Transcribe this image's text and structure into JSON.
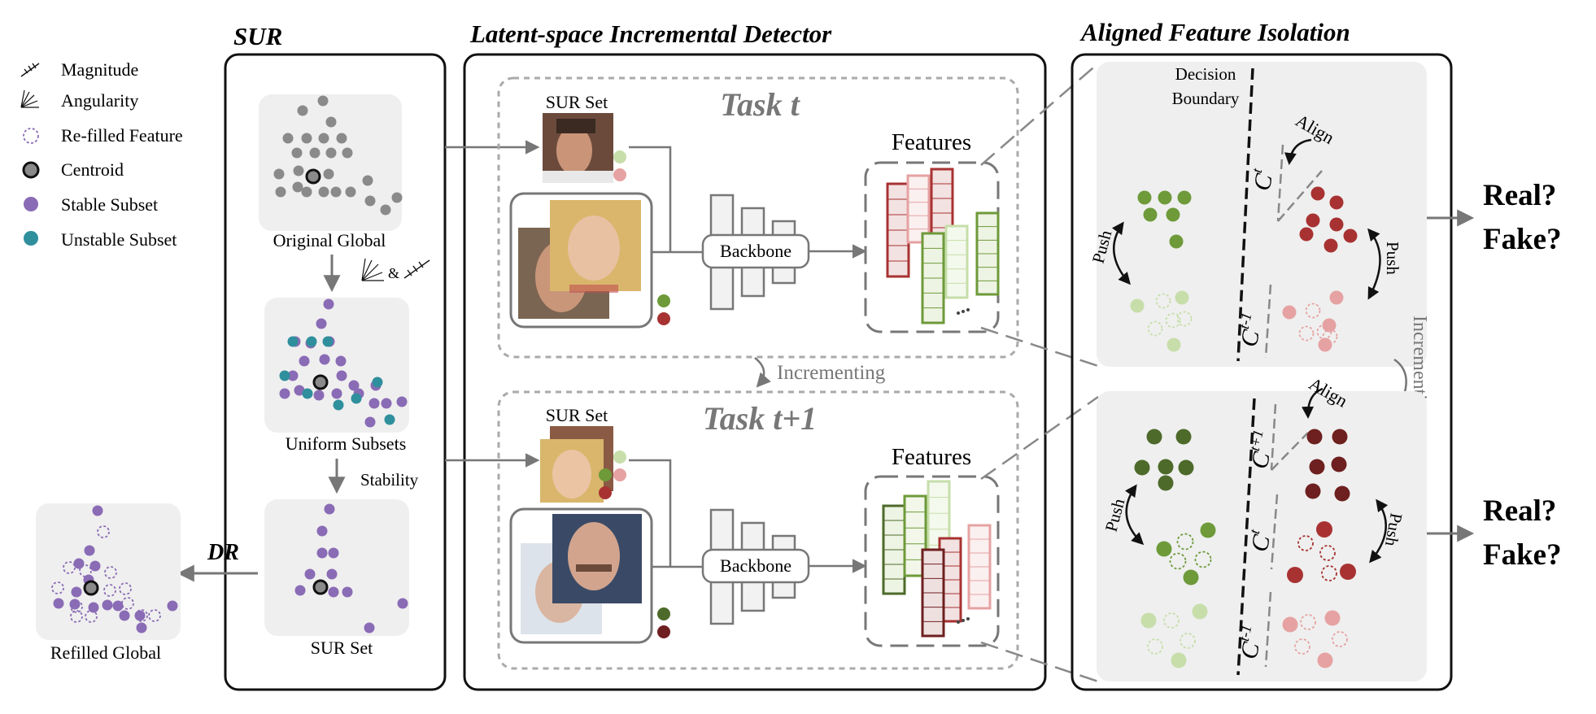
{
  "legend": {
    "items": [
      {
        "label": "Magnitude",
        "icon": "magnitude-icon"
      },
      {
        "label": "Angularity",
        "icon": "angularity-icon"
      },
      {
        "label": "Re-filled Feature",
        "icon": "refilled-feature-icon"
      },
      {
        "label": "Centroid",
        "icon": "centroid-icon"
      },
      {
        "label": "Stable Subset",
        "icon": "stable-subset-dot-icon"
      },
      {
        "label": "Unstable Subset",
        "icon": "unstable-subset-dot-icon"
      }
    ]
  },
  "sur_panel": {
    "title": "SUR",
    "original_global": "Original Global",
    "amp": "&",
    "uniform_subsets": "Uniform Subsets",
    "stability": "Stability",
    "sur_set": "SUR Set",
    "dr": "DR",
    "refilled_global": "Refilled Global"
  },
  "detector_panel": {
    "title": "Latent-space Incremental Detector",
    "task_t": "Task t",
    "task_t1": "Task t+1",
    "sur_set_label": "SUR Set",
    "backbone": "Backbone",
    "features": "Features",
    "incrementing": "Incrementing"
  },
  "isolation_panel": {
    "title": "Aligned Feature Isolation",
    "decision_boundary": [
      "Decision",
      "Boundary"
    ],
    "align": "Align",
    "push": "Push",
    "incrementing": "Incrementing",
    "c_t": "t",
    "c_t_minus_1": "t-1",
    "c_t_plus_1": "t+1",
    "c_letter": "C"
  },
  "outputs": {
    "real": "Real?",
    "fake": "Fake?"
  },
  "colors": {
    "gray_dot": "#8a8a8a",
    "purple": "#8a6bb5",
    "teal": "#2f8f9c",
    "green": "#6e9a3a",
    "dark_green": "#4d6a2a",
    "light_green": "#c7deaa",
    "red": "#a83232",
    "dark_red": "#6e1f1f",
    "light_red": "#e6a2a2",
    "panel_bg": "#efefef"
  }
}
